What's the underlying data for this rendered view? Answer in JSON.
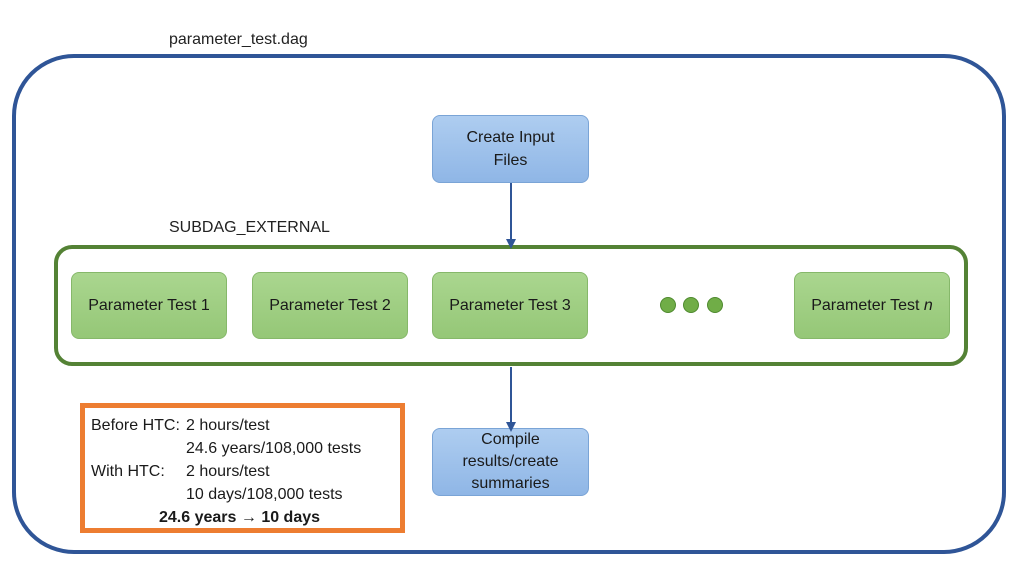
{
  "labels": {
    "dag_file": "parameter_test.dag",
    "subdag": "SUBDAG_EXTERNAL"
  },
  "nodes": {
    "create_input": [
      "Create Input",
      "Files"
    ],
    "compile": [
      "Compile",
      "results/create",
      "summaries"
    ],
    "tests": [
      {
        "text": "Parameter Test 1"
      },
      {
        "text": "Parameter Test 2"
      },
      {
        "text": "Parameter Test 3"
      },
      {
        "text": "Parameter Test ",
        "italic": "n"
      }
    ]
  },
  "note": {
    "before_label": "Before HTC:",
    "before_rate": "2 hours/test",
    "before_total": "24.6 years/108,000 tests",
    "with_label": "With HTC:",
    "with_rate": "2 hours/test",
    "with_total": "10 days/108,000 tests",
    "summary_from": "24.6 years",
    "summary_arrow": "→",
    "summary_to": "10 days"
  },
  "colors": {
    "outer_frame": "#2f5597",
    "subdag_frame": "#548235",
    "note_border": "#ed7d31",
    "arrow": "#2f5597"
  }
}
